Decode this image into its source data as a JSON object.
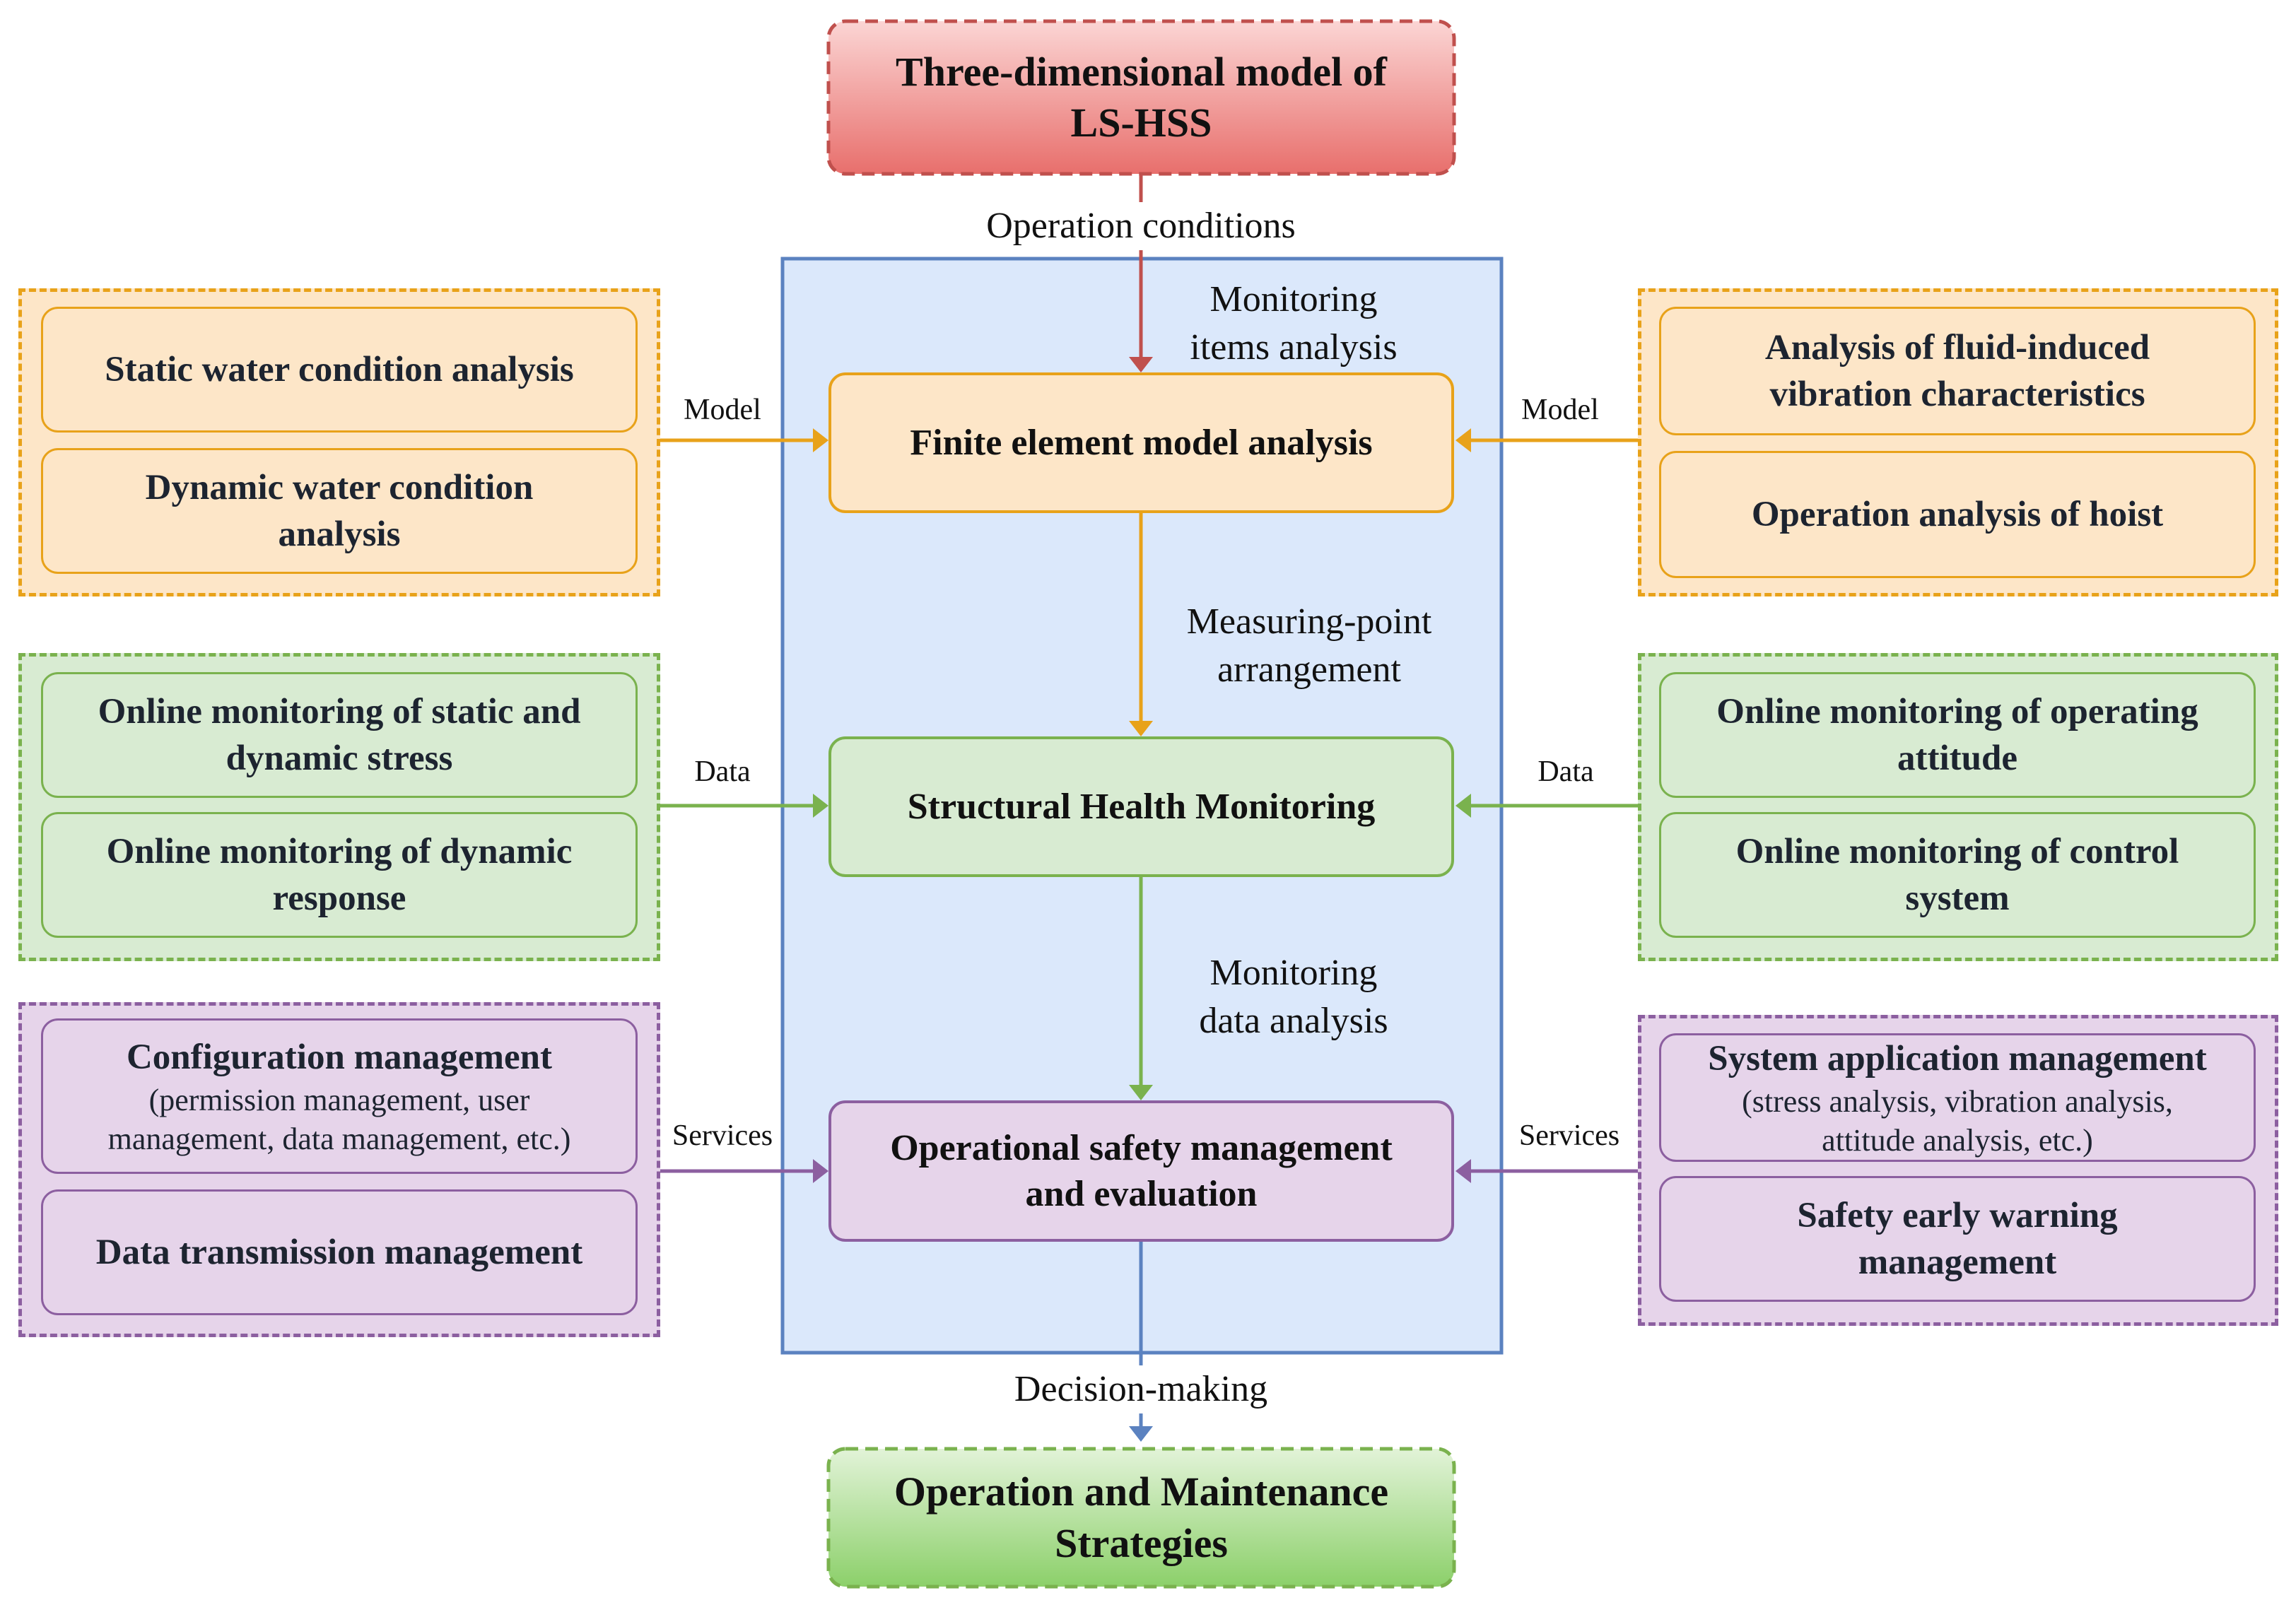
{
  "colors": {
    "red_arrow": "#c0504d",
    "orange": "#e8a21a",
    "green": "#7ab24e",
    "purple": "#8c5fa0",
    "blue": "#4f7dbf",
    "orange_fill": "#fde6c8",
    "green_fill": "#d8ebd2",
    "purple_fill": "#e6d4ea",
    "blue_fill": "#dbe8fb"
  },
  "top_node": {
    "line1": "Three-dimensional model of",
    "line2": "LS-HSS"
  },
  "bottom_node": {
    "line1": "Operation and Maintenance",
    "line2": "Strategies"
  },
  "flow_labels": {
    "operation_conditions": "Operation conditions",
    "monitoring_items_1": "Monitoring",
    "monitoring_items_2": "items analysis",
    "measuring_point_1": "Measuring-point",
    "measuring_point_2": "arrangement",
    "monitoring_data_1": "Monitoring",
    "monitoring_data_2": "data analysis",
    "decision_making": "Decision-making"
  },
  "center": {
    "fem": "Finite element model analysis",
    "shm": "Structural Health Monitoring",
    "osm_line1": "Operational safety management",
    "osm_line2": "and evaluation"
  },
  "side_labels": {
    "model_left": "Model",
    "model_right": "Model",
    "data_left": "Data",
    "data_right": "Data",
    "services_left": "Services",
    "services_right": "Services"
  },
  "left_panels": {
    "model": {
      "item1": "Static water condition analysis",
      "item2_line1": "Dynamic water condition",
      "item2_line2": "analysis"
    },
    "data": {
      "item1_line1": "Online monitoring of static and",
      "item1_line2": "dynamic stress",
      "item2_line1": "Online monitoring of dynamic",
      "item2_line2": "response"
    },
    "services": {
      "item1_title": "Configuration management",
      "item1_sub1": "(permission management, user",
      "item1_sub2": "management, data management, etc.)",
      "item2": "Data transmission management"
    }
  },
  "right_panels": {
    "model": {
      "item1_line1": "Analysis of fluid-induced",
      "item1_line2": "vibration characteristics",
      "item2": "Operation analysis of hoist"
    },
    "data": {
      "item1_line1": "Online monitoring of operating",
      "item1_line2": "attitude",
      "item2_line1": "Online monitoring of control",
      "item2_line2": "system"
    },
    "services": {
      "item1_title": "System application management",
      "item1_sub1": "(stress analysis, vibration analysis,",
      "item1_sub2": "attitude analysis, etc.)",
      "item2_line1": "Safety early warning",
      "item2_line2": "management"
    }
  }
}
